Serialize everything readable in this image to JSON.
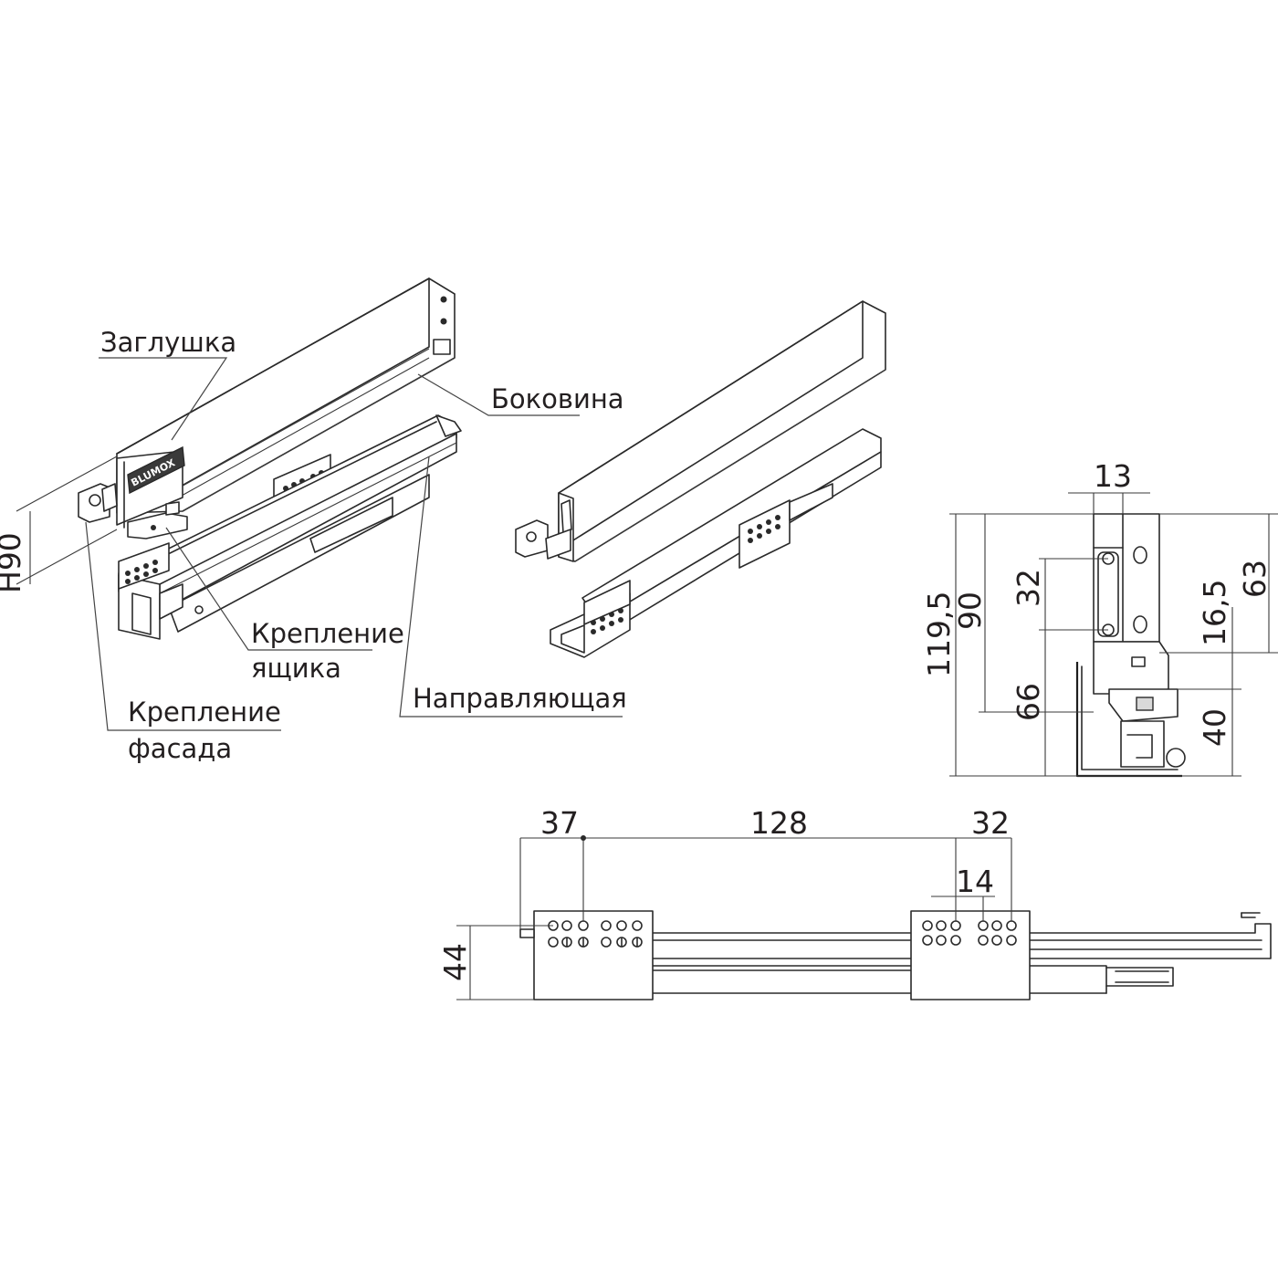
{
  "labels": {
    "plug": "Заглушка",
    "side_panel": "Боковина",
    "drawer_mount_line1": "Крепление",
    "drawer_mount_line2": "ящика",
    "rail": "Направляющая",
    "facade_mount_line1": "Крепление",
    "facade_mount_line2": "фасада",
    "logo": "BLUMOX"
  },
  "dimensions": {
    "h90": "H90",
    "width_13": "13",
    "height_119_5": "119,5",
    "height_90": "90",
    "hole_32": "32",
    "height_63": "63",
    "height_16_5": "16,5",
    "height_66": "66",
    "height_40": "40",
    "offset_37": "37",
    "spacing_128": "128",
    "spacing_32": "32",
    "spacing_14": "14",
    "height_44": "44"
  },
  "colors": {
    "line": "#2a2a2a",
    "text": "#231f20",
    "background": "#ffffff"
  }
}
